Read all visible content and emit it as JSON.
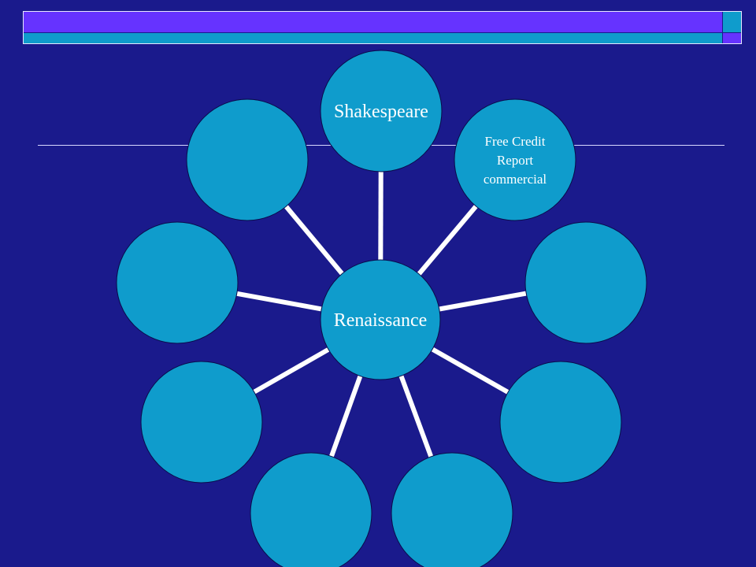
{
  "theme": {
    "background": "#1a1a8c",
    "node_fill": "#0f9ccc",
    "spoke_color": "#ffffff",
    "accent_purple": "#6633ff"
  },
  "diagram": {
    "center_label": "Renaissance",
    "satellites": [
      {
        "lines": [
          "Shakespeare"
        ]
      },
      {
        "lines": [
          "Free Credit",
          "Report",
          "commercial"
        ]
      },
      {
        "lines": []
      },
      {
        "lines": []
      },
      {
        "lines": []
      },
      {
        "lines": []
      },
      {
        "lines": []
      },
      {
        "lines": []
      },
      {
        "lines": []
      }
    ]
  }
}
